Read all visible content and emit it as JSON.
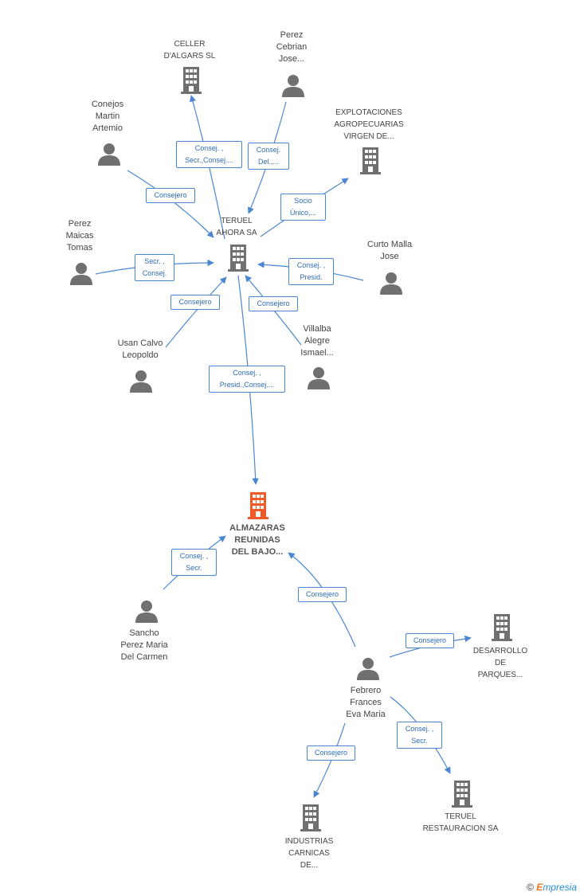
{
  "nodes": {
    "celler": {
      "label_lines": [
        "CELLER",
        "D'ALGARS SL"
      ],
      "kind": "company"
    },
    "perez_cebrian": {
      "label_lines": [
        "Perez",
        "Cebrian",
        "Jose..."
      ],
      "kind": "person"
    },
    "conejos": {
      "label_lines": [
        "Conejos",
        "Martin",
        "Artemio"
      ],
      "kind": "person"
    },
    "explotaciones": {
      "label_lines": [
        "EXPLOTACIONES",
        "AGROPECUARIAS",
        "VIRGEN DE..."
      ],
      "kind": "company"
    },
    "teruel_ahora": {
      "label_lines": [
        "TERUEL",
        "AHORA SA"
      ],
      "kind": "company"
    },
    "perez_maicas": {
      "label_lines": [
        "Perez",
        "Maicas",
        "Tomas"
      ],
      "kind": "person"
    },
    "curto": {
      "label_lines": [
        "Curto Malla",
        "Jose"
      ],
      "kind": "person"
    },
    "usan": {
      "label_lines": [
        "Usan Calvo",
        "Leopoldo"
      ],
      "kind": "person"
    },
    "villalba": {
      "label_lines": [
        "Villalba",
        "Alegre",
        "Ismael..."
      ],
      "kind": "person"
    },
    "almazaras": {
      "label_lines": [
        "ALMAZARAS",
        "REUNIDAS",
        "DEL BAJO..."
      ],
      "kind": "main"
    },
    "sancho": {
      "label_lines": [
        "Sancho",
        "Perez Maria",
        "Del Carmen"
      ],
      "kind": "person"
    },
    "febrero": {
      "label_lines": [
        "Febrero",
        "Frances",
        "Eva Maria"
      ],
      "kind": "person"
    },
    "desarrollo": {
      "label_lines": [
        "DESARROLLO",
        "DE",
        "PARQUES..."
      ],
      "kind": "company"
    },
    "industrias": {
      "label_lines": [
        "INDUSTRIAS",
        "CARNICAS",
        "DE..."
      ],
      "kind": "company"
    },
    "teruel_rest": {
      "label_lines": [
        "TERUEL",
        "RESTAURACION SA"
      ],
      "kind": "company"
    }
  },
  "edges": [
    {
      "id": "e1",
      "lines": [
        "Consej. ,",
        "Secr.,Consej...."
      ]
    },
    {
      "id": "e2",
      "lines": [
        "Consej.",
        "Del.,..."
      ]
    },
    {
      "id": "e3",
      "lines": [
        "Consejero"
      ]
    },
    {
      "id": "e4",
      "lines": [
        "Socio",
        "Único,..."
      ]
    },
    {
      "id": "e5",
      "lines": [
        "Secr. ,",
        "Consej."
      ]
    },
    {
      "id": "e6",
      "lines": [
        "Consej. ,",
        "Presid."
      ]
    },
    {
      "id": "e7",
      "lines": [
        "Consejero"
      ]
    },
    {
      "id": "e8",
      "lines": [
        "Consejero"
      ]
    },
    {
      "id": "e9",
      "lines": [
        "Consej. ,",
        "Presid.,Consej...."
      ]
    },
    {
      "id": "e10",
      "lines": [
        "Consej. ,",
        "Secr."
      ]
    },
    {
      "id": "e11",
      "lines": [
        "Consejero"
      ]
    },
    {
      "id": "e12",
      "lines": [
        "Consejero"
      ]
    },
    {
      "id": "e13",
      "lines": [
        "Consejero"
      ]
    },
    {
      "id": "e14",
      "lines": [
        "Consej. ,",
        "Secr."
      ]
    }
  ],
  "colors": {
    "edge": "#4a86d1",
    "icon": "#707070",
    "main_icon": "#f05a28",
    "label_text": "#444444"
  },
  "footer": {
    "copyright": "©",
    "brand_e": "E",
    "brand_rest": "mpresia"
  }
}
